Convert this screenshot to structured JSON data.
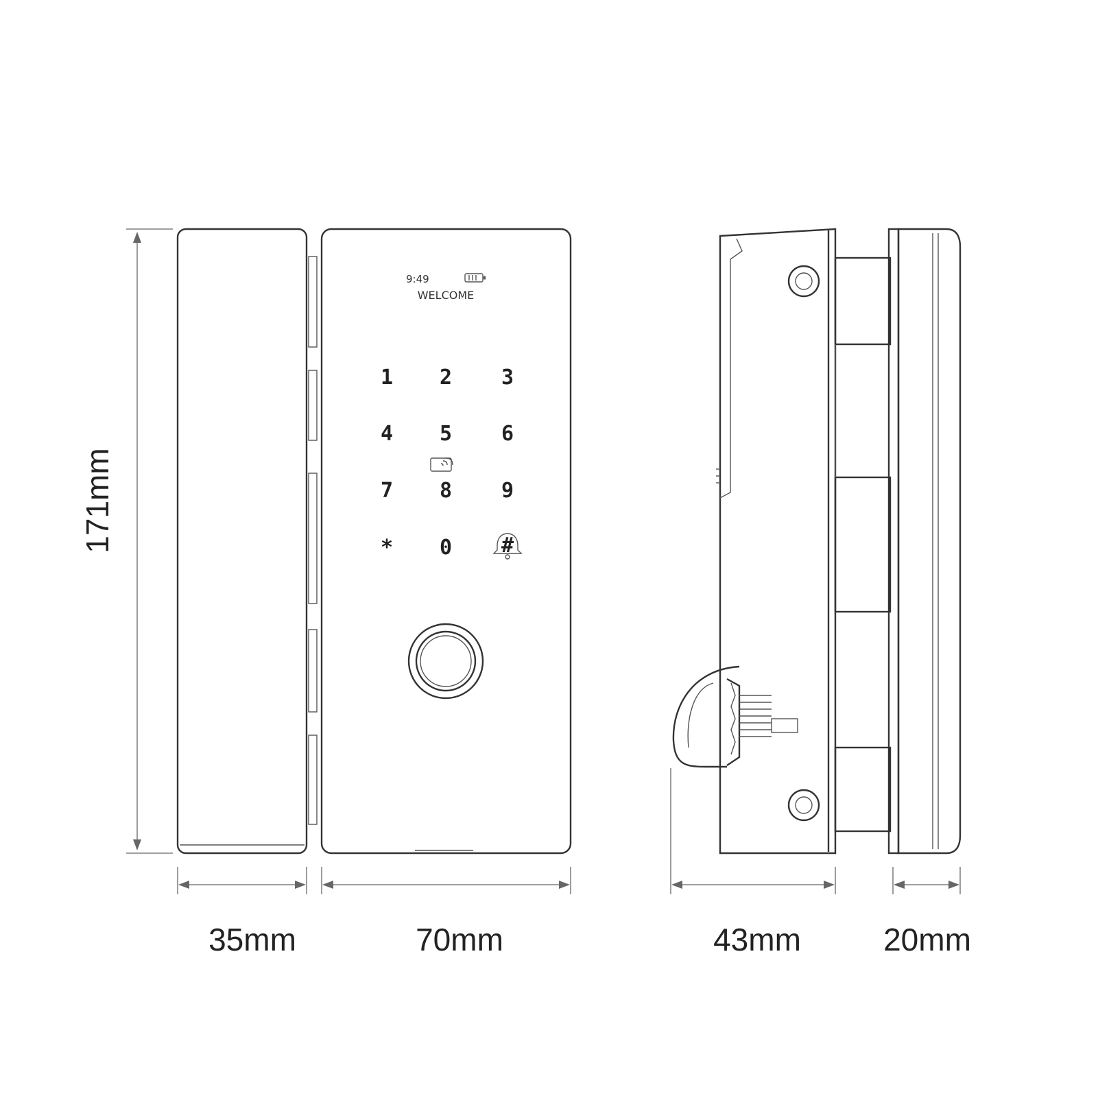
{
  "dimensions": {
    "height": "171mm",
    "width_receiver": "35mm",
    "width_main": "70mm",
    "depth_lock": "43mm",
    "depth_receiver": "20mm"
  },
  "screen": {
    "time": "9:49",
    "message": "WELCOME"
  },
  "keypad": {
    "keys": [
      "1",
      "2",
      "3",
      "4",
      "5",
      "6",
      "7",
      "8",
      "9",
      "*",
      "0",
      "#"
    ]
  },
  "icons": {
    "battery": "battery-icon",
    "card": "card-reader-icon",
    "bell": "doorbell-icon",
    "fingerprint": "fingerprint-sensor-icon"
  }
}
